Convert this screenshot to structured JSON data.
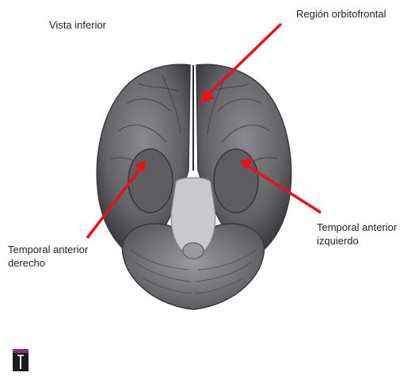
{
  "labels": {
    "view": "Vista inferior",
    "orbitofrontal": "Región orbitofrontal",
    "right_temporal_line1": "Temporal anterior",
    "right_temporal_line2": "derecho",
    "left_temporal_line1": "Temporal anterior",
    "left_temporal_line2": "izquierdo"
  },
  "colors": {
    "arrow": "#e8121a",
    "brain": "#6e6e72",
    "brainstem": "#c9c9cc",
    "icon_top": "#8c2a8a"
  },
  "icons": {
    "corner": "text-cursor-icon"
  }
}
